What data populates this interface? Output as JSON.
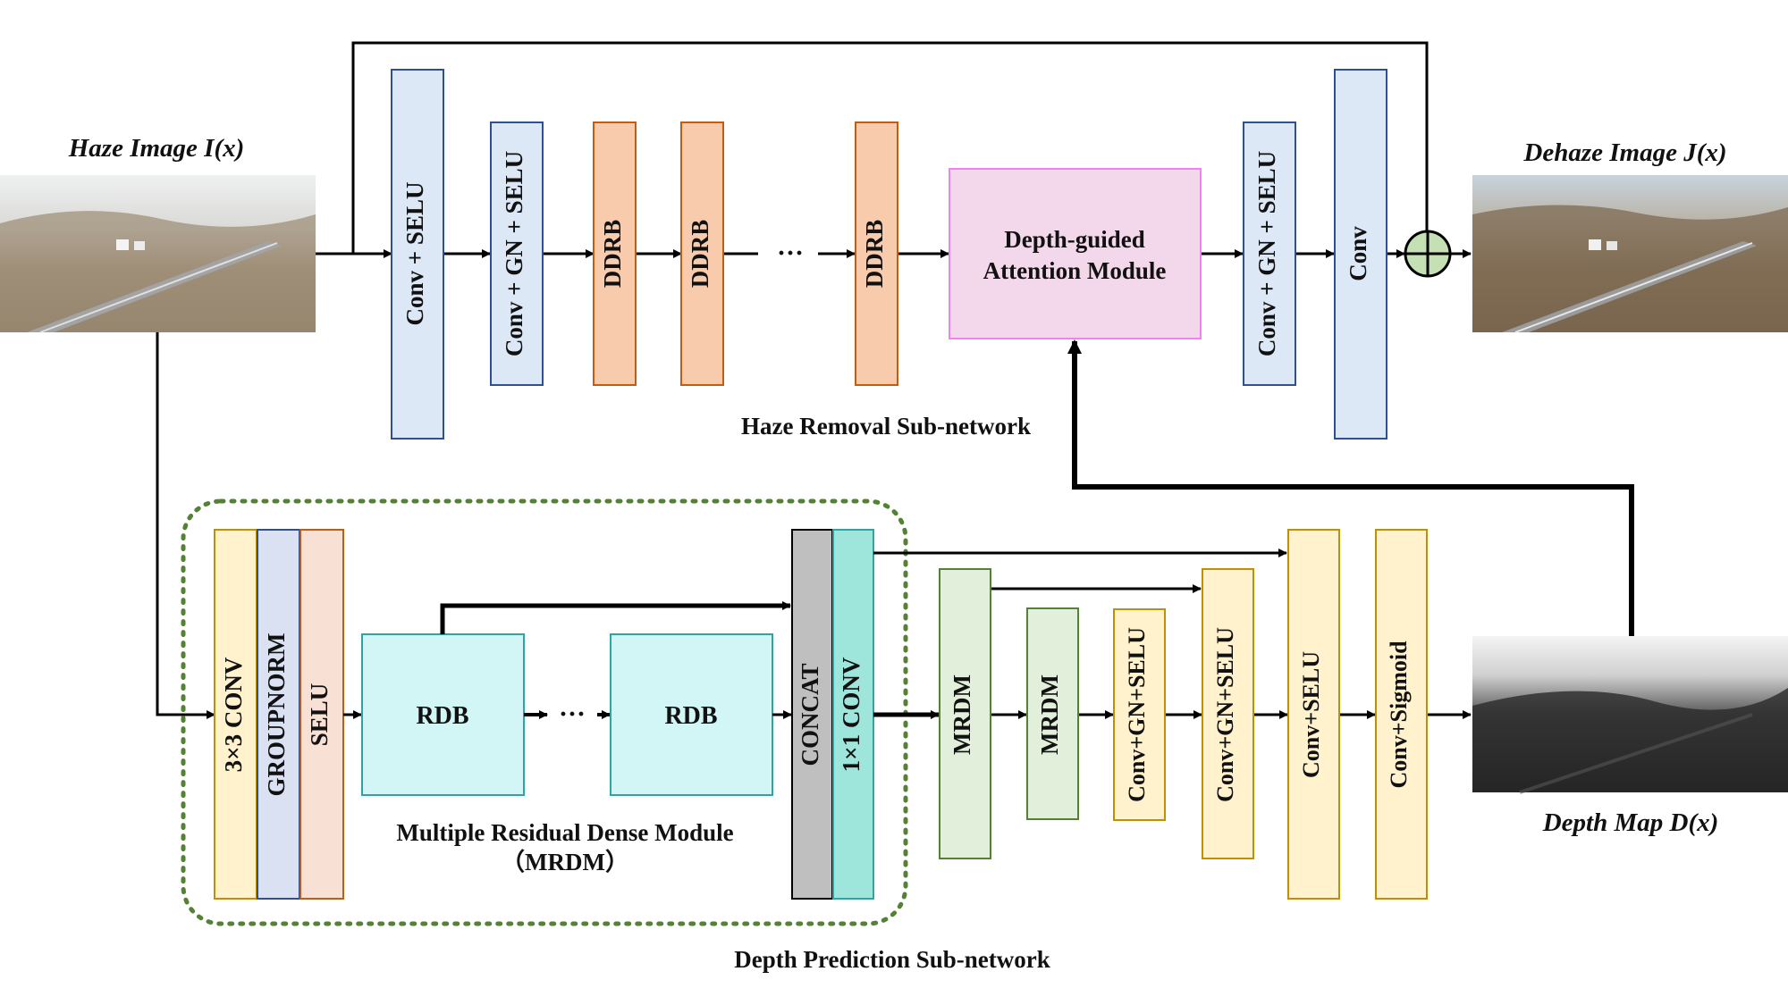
{
  "images": {
    "input_title": "Haze Image I(x)",
    "output_title": "Dehaze Image J(x)",
    "depth_title": "Depth Map D(x)"
  },
  "haze_removal": {
    "caption": "Haze Removal Sub-network",
    "blocks": [
      "Conv + SELU",
      "Conv + GN + SELU",
      "DDRB",
      "DDRB",
      "DDRB",
      "Conv + GN + SELU",
      "Conv"
    ],
    "ellipsis": "···",
    "attention": [
      "Depth-guided",
      "Attention Module"
    ]
  },
  "depth_prediction": {
    "caption": "Depth Prediction Sub-network",
    "mrdm_title": "Multiple Residual Dense Module",
    "mrdm_abbr": "（MRDM）",
    "stem": [
      "3×3 CONV",
      "GROUPNORM",
      "SELU"
    ],
    "rdb": [
      "RDB",
      "RDB"
    ],
    "ellipsis": "···",
    "concat": "CONCAT",
    "conv1x1": "1×1 CONV",
    "decoder": [
      "MRDM",
      "MRDM",
      "Conv+GN+SELU",
      "Conv+GN+SELU",
      "Conv+SELU",
      "Conv+Sigmoid"
    ]
  },
  "colors": {
    "blue_fill": "#dce8f6",
    "blue_stroke": "#2f4f8f",
    "orange_fill": "#f8cbad",
    "orange_stroke": "#c55a11",
    "pink_fill": "#f3d7ea",
    "pink_stroke": "#ee82ee",
    "yellow_fill": "#fff2cc",
    "yellow_stroke": "#bf9000",
    "lavender_fill": "#d9e1f2",
    "peach_fill": "#f8e1d4",
    "cyan_fill": "#d2f5f5",
    "cyan_stroke": "#2ea4a4",
    "gray_fill": "#bfbfbf",
    "teal_fill": "#9ee6dc",
    "green_fill": "#e2efda",
    "green_stroke": "#538135",
    "dashed_green": "#548235",
    "adder_fill": "#c5e0b4"
  }
}
